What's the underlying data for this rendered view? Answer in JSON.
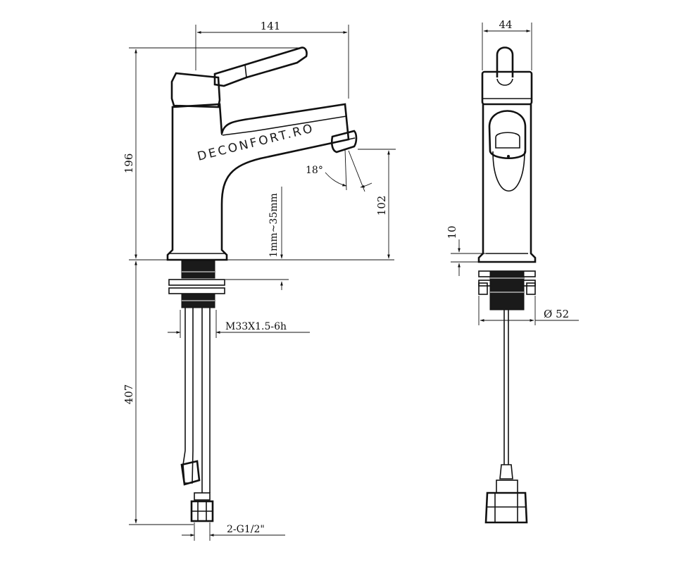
{
  "watermark": "DECONFORT.RO",
  "front_view": {
    "dimensions": {
      "spout_reach": "141",
      "total_height": "196",
      "spout_height": "102",
      "hose_length": "407",
      "deck_thickness": "1mm~35mm",
      "spray_angle": "18°"
    },
    "thread_label": "M33X1.5-6h",
    "connection_label": "2-G1/2\""
  },
  "side_view": {
    "dimensions": {
      "body_width": "44",
      "base_height": "10",
      "base_diameter": "Ø 52"
    }
  }
}
